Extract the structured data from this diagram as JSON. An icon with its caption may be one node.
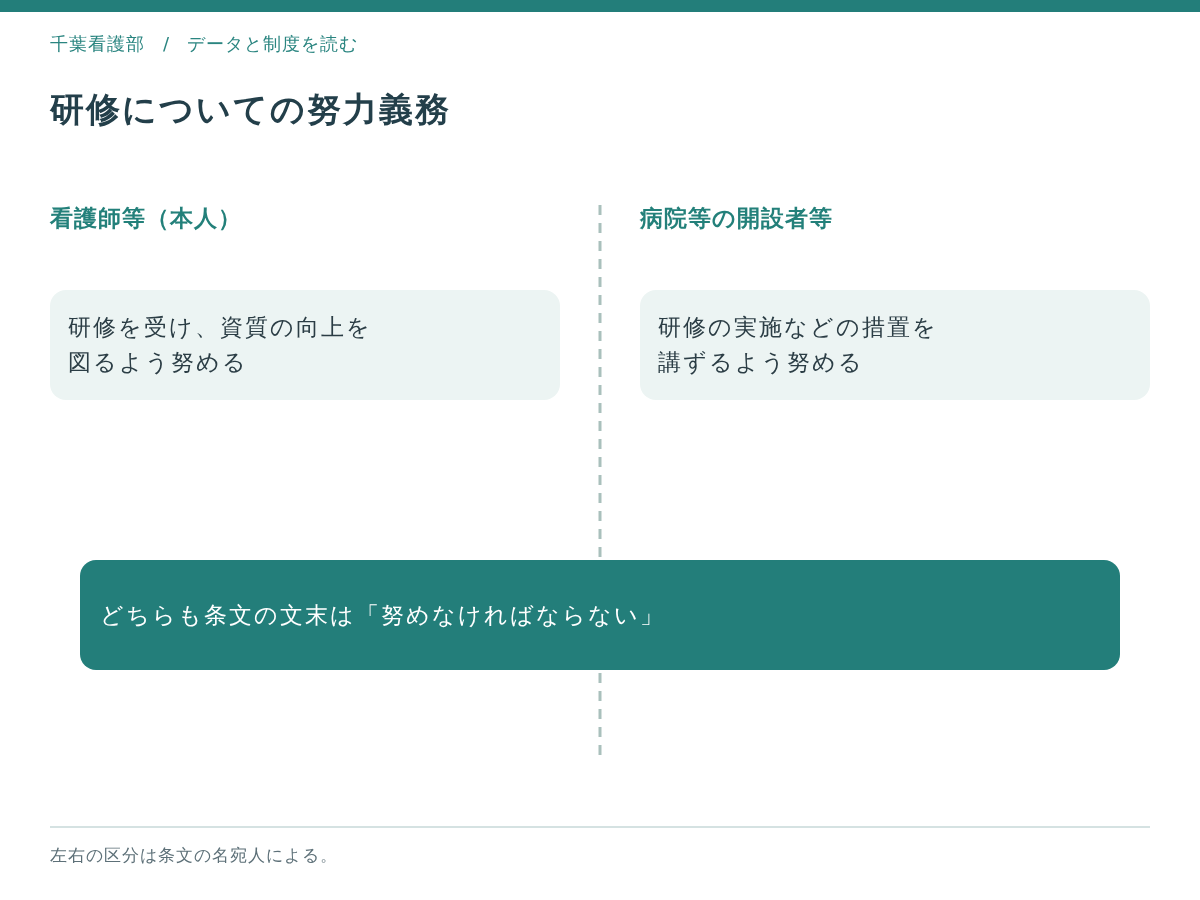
{
  "diagram": {
    "title": "研修についての努力義務",
    "caption": "左右の区分は条文の名宛人による。",
    "nodes": [
      {
        "text": [
          "研修を受け、資質の向上を図るよう努める"
        ]
      },
      {
        "text": [
          "研修の実施などの措置を講ずるよう努める"
        ]
      },
      {
        "text": [
          "どちらも条文の文末は「努めなければならない」"
        ]
      }
    ],
    "labels": [
      "千葉看護部",
      "/",
      "データと制度を読む",
      "看護師等（本人）",
      "病院等の開設者等"
    ]
  }
}
